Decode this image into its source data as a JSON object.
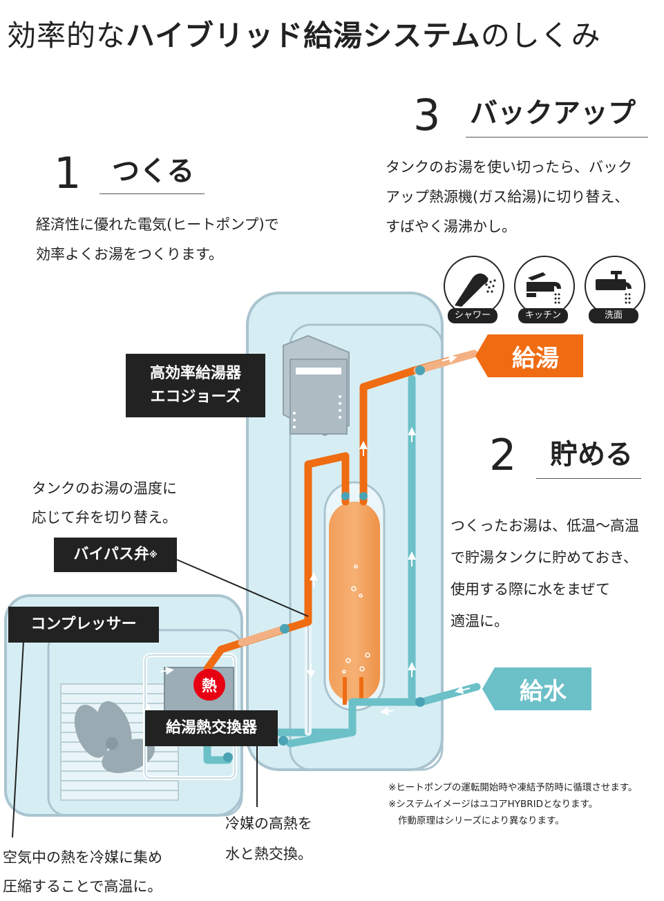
{
  "title": {
    "prefix": "効率的な",
    "bold": "ハイブリッド給湯システム",
    "suffix": "のしくみ"
  },
  "steps": [
    {
      "number": "1",
      "heading": "つくる",
      "lines": [
        "経済性に優れた電気(ヒートポンプ)で",
        "効率よくお湯をつくります。"
      ]
    },
    {
      "number": "2",
      "heading": "貯める",
      "lines": [
        "つくったお湯は、低温〜高温",
        "で貯湯タンクに貯めておき、",
        "使用する際に水をまぜて",
        "適温に。"
      ]
    },
    {
      "number": "3",
      "heading": "バックアップ",
      "lines": [
        "タンクのお湯を使い切ったら、バック",
        "アップ熱源機(ガス給湯)に切り替え、",
        "すばやく湯沸かし。"
      ]
    }
  ],
  "uses": [
    {
      "icon": "shower-icon",
      "label": "シャワー"
    },
    {
      "icon": "kitchen-faucet-icon",
      "label": "キッチン"
    },
    {
      "icon": "washbasin-faucet-icon",
      "label": "洗面"
    }
  ],
  "labels": {
    "ecojozu_line1": "高効率給湯器",
    "ecojozu_line2": "エコジョーズ",
    "bypass": "バイパス弁",
    "bypass_mark": "※",
    "compressor": "コンプレッサー",
    "exchanger": "給湯熱交換器",
    "heat": "熱",
    "hot_supply": "給湯",
    "water_supply": "給水"
  },
  "captions": {
    "bypass": [
      "タンクのお湯の温度に",
      "応じて弁を切り替え。"
    ],
    "exchanger": [
      "冷媒の高熱を",
      "水と熱交換。"
    ],
    "compressor": [
      "空気中の熱を冷媒に集め",
      "圧縮することで高温に。"
    ]
  },
  "notes": [
    "※ヒートポンプの運転開始時や凍結予防時に循環させます。",
    "※システムイメージはユコアHYBRIDとなります。",
    "作動原理はシリーズにより異なります。"
  ],
  "colors": {
    "hot": "#ef6c13",
    "cold": "#6cc0c8",
    "tank_fill": "#f4a055",
    "unit_fill": "#d6eef3",
    "unit_stroke": "#a9c4cf",
    "dark": "#222222"
  }
}
